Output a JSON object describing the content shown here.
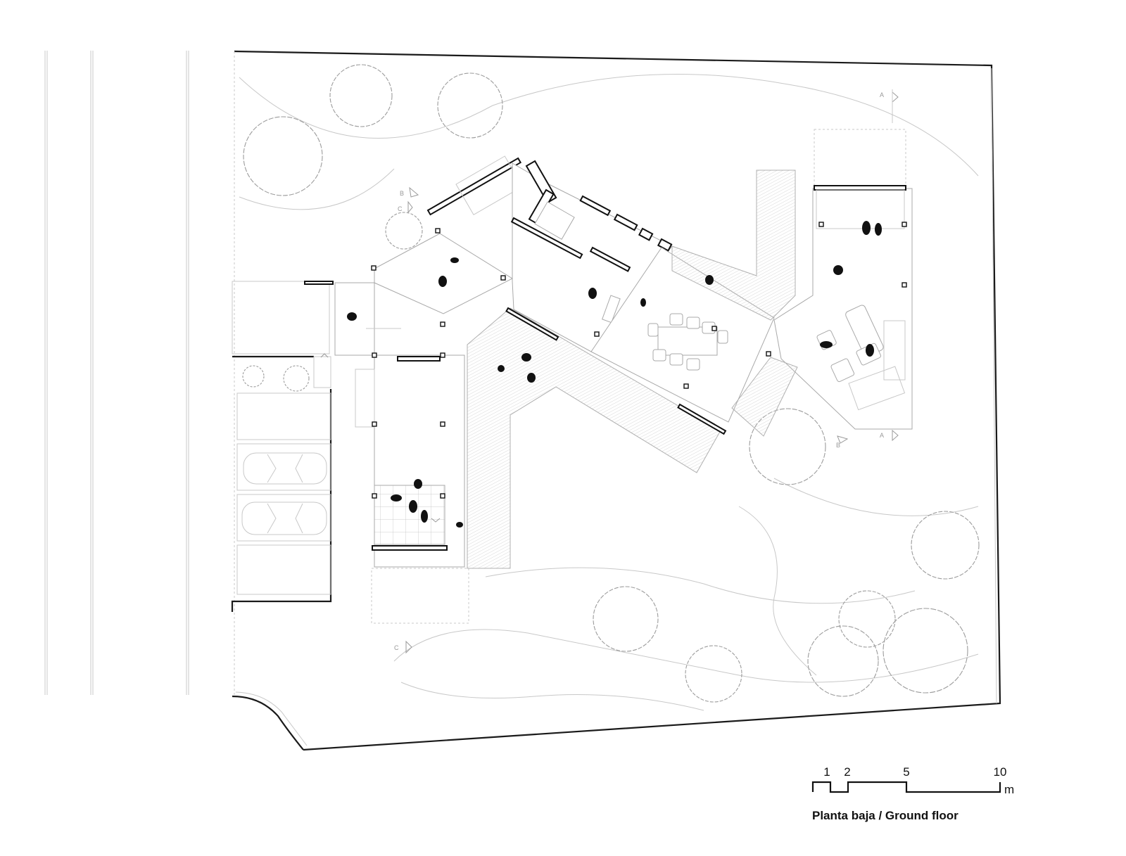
{
  "title": "Planta baja / Ground floor",
  "scale_bar": {
    "ticks": [
      "1",
      "2",
      "5",
      "10"
    ],
    "unit": "m"
  },
  "section_markers": {
    "a_top": "A",
    "a_bottom": "A",
    "b_left": "B",
    "b_right": "B",
    "c_top": "C",
    "c_bottom": "C"
  }
}
